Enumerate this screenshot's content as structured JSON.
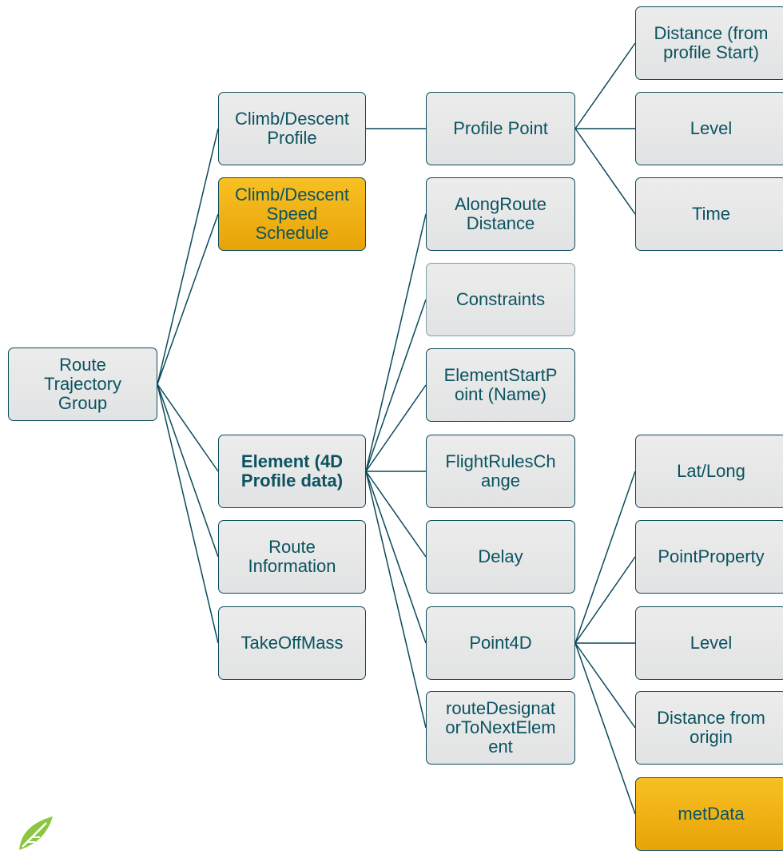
{
  "diagram": {
    "colors": {
      "node_fill": "#e6e7e8",
      "node_border": "#0b4a5a",
      "node_text": "#0b5360",
      "highlight": "#f2b40f",
      "connector": "#0b4a5a",
      "title_fragment": "#6ec8e0",
      "logo": "#8cc63f"
    },
    "nodes": [
      {
        "id": "route-trajectory-group",
        "label": "Route Trajectory Group",
        "highlight": false,
        "bold": false
      },
      {
        "id": "climb-descent-profile",
        "label": "Climb/Descent Profile",
        "highlight": false,
        "bold": false
      },
      {
        "id": "climb-descent-speed-schedule",
        "label": "Climb/Descent Speed Schedule",
        "highlight": true,
        "bold": false
      },
      {
        "id": "element-4d-profile-data",
        "label": "Element (4D Profile data)",
        "highlight": false,
        "bold": true
      },
      {
        "id": "route-information",
        "label": "Route Information",
        "highlight": false,
        "bold": false
      },
      {
        "id": "takeoffmass",
        "label": "TakeOffMass",
        "highlight": false,
        "bold": false
      },
      {
        "id": "profile-point",
        "label": "Profile Point",
        "highlight": false,
        "bold": false
      },
      {
        "id": "alongroute-distance",
        "label": "AlongRoute Distance",
        "highlight": false,
        "bold": false
      },
      {
        "id": "constraints",
        "label": "Constraints",
        "highlight": false,
        "bold": false
      },
      {
        "id": "elementstartpoint-name",
        "label": "ElementStartP oint (Name)",
        "highlight": false,
        "bold": false
      },
      {
        "id": "flightruleschange",
        "label": "FlightRulesCh ange",
        "highlight": false,
        "bold": false
      },
      {
        "id": "delay",
        "label": "Delay",
        "highlight": false,
        "bold": false
      },
      {
        "id": "point4d",
        "label": "Point4D",
        "highlight": false,
        "bold": false
      },
      {
        "id": "routedesignatortonextelement",
        "label": "routeDesignat orToNextElem ent",
        "highlight": false,
        "bold": false
      },
      {
        "id": "distance-from-profile-start",
        "label": "Distance (from profile Start)",
        "highlight": false,
        "bold": false
      },
      {
        "id": "profile-level",
        "label": "Level",
        "highlight": false,
        "bold": false
      },
      {
        "id": "time",
        "label": "Time",
        "highlight": false,
        "bold": false
      },
      {
        "id": "lat-long",
        "label": "Lat/Long",
        "highlight": false,
        "bold": false
      },
      {
        "id": "pointproperty",
        "label": "PointProperty",
        "highlight": false,
        "bold": false
      },
      {
        "id": "point4d-level",
        "label": "Level",
        "highlight": false,
        "bold": false
      },
      {
        "id": "distance-from-origin",
        "label": "Distance from origin",
        "highlight": false,
        "bold": false
      },
      {
        "id": "metdata",
        "label": "metData",
        "highlight": true,
        "bold": false
      }
    ],
    "edges": [
      [
        "route-trajectory-group",
        "climb-descent-profile"
      ],
      [
        "route-trajectory-group",
        "climb-descent-speed-schedule"
      ],
      [
        "route-trajectory-group",
        "element-4d-profile-data"
      ],
      [
        "route-trajectory-group",
        "route-information"
      ],
      [
        "route-trajectory-group",
        "takeoffmass"
      ],
      [
        "climb-descent-profile",
        "profile-point"
      ],
      [
        "profile-point",
        "distance-from-profile-start"
      ],
      [
        "profile-point",
        "profile-level"
      ],
      [
        "profile-point",
        "time"
      ],
      [
        "element-4d-profile-data",
        "alongroute-distance"
      ],
      [
        "element-4d-profile-data",
        "constraints"
      ],
      [
        "element-4d-profile-data",
        "elementstartpoint-name"
      ],
      [
        "element-4d-profile-data",
        "flightruleschange"
      ],
      [
        "element-4d-profile-data",
        "delay"
      ],
      [
        "element-4d-profile-data",
        "point4d"
      ],
      [
        "element-4d-profile-data",
        "routedesignatortonextelement"
      ],
      [
        "point4d",
        "lat-long"
      ],
      [
        "point4d",
        "pointproperty"
      ],
      [
        "point4d",
        "point4d-level"
      ],
      [
        "point4d",
        "distance-from-origin"
      ],
      [
        "point4d",
        "metdata"
      ]
    ]
  }
}
